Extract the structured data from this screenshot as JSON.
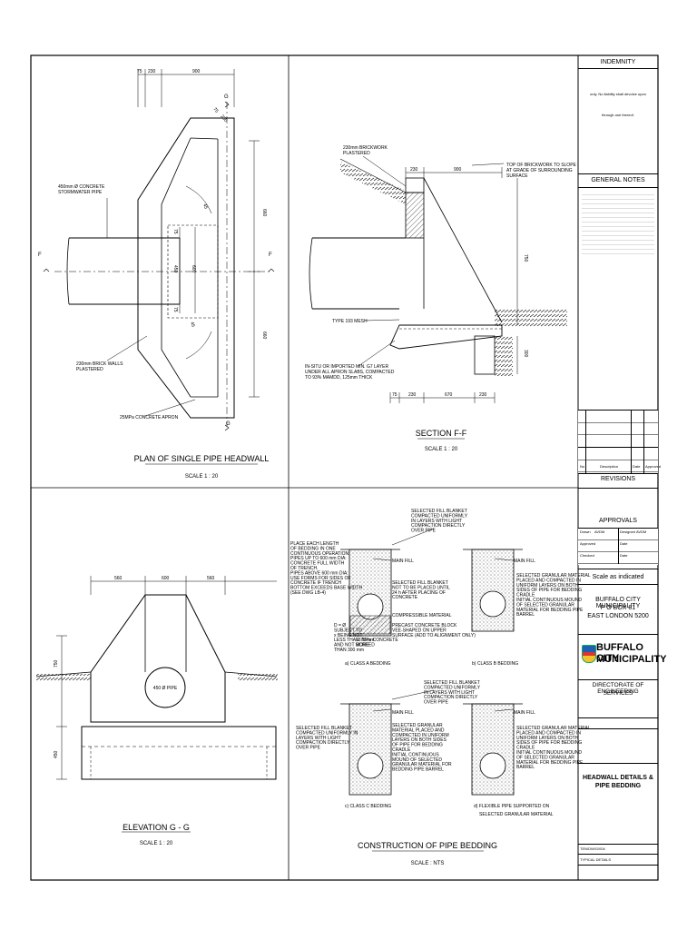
{
  "plan": {
    "title": "PLAN OF SINGLE PIPE HEADWALL",
    "scale": "SCALE 1 : 20",
    "dims_top": [
      "75",
      "230",
      "900"
    ],
    "dim_diag": "75",
    "dim_diag2": "230",
    "angle_1": "45",
    "angle_2": "45",
    "dim_right_upper": "660",
    "dim_right_lower": "660",
    "dim_mid_upper": "75",
    "dim_mid_center": "450",
    "dim_mid_right": "600",
    "dim_mid_lower": "75",
    "section_marks": [
      "G",
      "G",
      "F",
      "F"
    ],
    "label_pipe": [
      "450mm Ø CONCRETE",
      "STORMWATER PIPE"
    ],
    "label_walls": [
      "230mm BRICK WALLS",
      "PLASTERED"
    ],
    "label_apron": "25MPa CONCRETE APRON"
  },
  "section": {
    "title": "SECTION F-F",
    "scale": "SCALE 1 : 20",
    "label_brick": [
      "230mm BRICKWORK",
      "PLASTERED"
    ],
    "label_top": [
      "TOP OF BRICKWORK TO SLOPE",
      "AT GRADE OF SURROUNDING",
      "SURFACE"
    ],
    "label_mesh": "TYPE 193 MESH",
    "label_layer": [
      "IN-SITU OR IMPORTED MIN. G7 LAYER",
      "UNDER ALL APRON SLABS, COMPACTED",
      "TO 93% MAMDD, 125mm THICK"
    ],
    "dims_top": [
      "230",
      "900"
    ],
    "dims_bottom": [
      "75",
      "230",
      "670",
      "230"
    ],
    "dim_right": "750",
    "dim_right2": "300"
  },
  "elevation": {
    "title": "ELEVATION G - G",
    "scale": "SCALE 1 : 20",
    "dims_top": [
      "560",
      "600",
      "560"
    ],
    "dim_left_upper": "750",
    "dim_left_lower": "450",
    "pipe_label": "450 Ø PIPE"
  },
  "bedding": {
    "title": "CONSTRUCTION OF PIPE BEDDING",
    "scale": "SCALE : NTS",
    "main_fill": "MAIN FILL",
    "note_place": [
      "PLACE EACH LENGTH",
      "OF BEDDING IN ONE",
      "CONTINUOUS OPERATION.",
      "PIPES UP TO 600 mm DIA:",
      "CONCRETE FULL WIDTH",
      "OF TRENCH.",
      "PIPES ABOVE 600 mm DIA:",
      "USE FORMS FOR SIDES OF",
      "CONCRETE IF TRENCH",
      "BOTTOM EXCEEDS BASE WIDTH",
      "(SEE DWG LB-4)"
    ],
    "note_subject": [
      "D = Ø",
      "SUBJECT TO",
      "x BEING NOT",
      "LESS THAN 75 mm",
      "AND NOT MORE",
      "THAN 300 mm"
    ],
    "note_blanket_a": [
      "SELECTED FILL BLANKET",
      "COMPACTED UNIFORMLY",
      "IN LAYERS WITH LIGHT",
      "COMPACTION DIRECTLY",
      "OVER PIPE"
    ],
    "note_blanket_a2": [
      "SELECTED FILL BLANKET",
      "NOT TO BE PLACED UNTIL",
      "24 h AFTER PLACING OF",
      "CONCRETE"
    ],
    "note_compressible": "COMPRESSIBLE MATERIAL",
    "note_precast": [
      "PRECAST CONCRETE BLOCK",
      "VEE-SHAPED ON UPPER",
      "SURFACE (ADD TO ALIGNMENT ONLY)"
    ],
    "note_screed": [
      "15 MPa CONCRETE",
      "SCREED"
    ],
    "caption_a": "a) CLASS A BEDDING",
    "note_granular_b": [
      "SELECTED GRANULAR MATERIAL",
      "PLACED AND COMPACTED IN",
      "UNIFORM LAYERS ON BOTH",
      "SIDES OF PIPE FOR BEDDING",
      "CRADLE",
      "INITIAL CONTINUOUS MOUND",
      "OF SELECTED GRANULAR",
      "MATERIAL FOR BEDDING PIPE",
      "BARREL"
    ],
    "caption_b": "b) CLASS B BEDDING",
    "note_blanket_c": [
      "SELECTED FILL BLANKET",
      "COMPACTED UNIFORMLY IN",
      "LAYERS WITH LIGHT",
      "COMPACTION DIRECTLY",
      "OVER PIPE"
    ],
    "note_granular_c": [
      "SELECTED GRANULAR",
      "MATERIAL PLACED AND",
      "COMPACTED IN UNIFORM",
      "LAYERS ON BOTH SIDES",
      "OF PIPE FOR BEDDING",
      "CRADLE",
      "INITIAL CONTINUOUS",
      "MOUND OF SELECTED",
      "GRANULAR MATERIAL FOR",
      "BEDDING PIPE BARREL"
    ],
    "caption_c": "c) CLASS C BEDDING",
    "note_blanket_d": [
      "SELECTED FILL BLANKET",
      "COMPACTED UNIFORMLY",
      "IN LAYERS WITH LIGHT",
      "COMPACTION DIRECTLY",
      "OVER PIPE"
    ],
    "note_granular_d": [
      "SELECTED GRANULAR MATERIAL",
      "PLACED AND COMPACTED IN",
      "UNIFORM LAYERS ON BOTH",
      "SIDES OF PIPE FOR BEDDING",
      "CRADLE",
      "INITIAL CONTINUOUS MOUND",
      "OF SELECTED GRANULAR",
      "MATERIAL FOR BEDDING PIPE",
      "BARREL"
    ],
    "caption_d": [
      "d) FLEXIBLE PIPE SUPPORTED ON",
      "SELECTED GRANULAR MATERIAL"
    ]
  },
  "title_block": {
    "indemnity": "INDEMNITY",
    "indemnity_text": [
      "only. No liability shall devolve upon",
      "through use thereof."
    ],
    "general_notes": "GENERAL NOTES",
    "revisions": "REVISIONS",
    "rev_cols": [
      "No",
      "Description",
      "Date",
      "Approved"
    ],
    "approvals": "APPROVALS",
    "appr_rows": [
      [
        "Drawn",
        "AVDM",
        "Designed",
        "AVDM"
      ],
      [
        "Approved",
        "",
        "Date",
        ""
      ],
      [
        "Checked",
        "",
        "Date",
        ""
      ]
    ],
    "scale": "Scale as indicated",
    "muni_lines": [
      "BUFFALO CITY MUNICIPALITY",
      "P O BOX 81",
      "EAST LONDON 5200"
    ],
    "logo_text": [
      "BUFFALO CITY",
      "MUNICIPALITY"
    ],
    "directorate": [
      "DIRECTORATE OF ENGINEERING",
      "SERVICES"
    ],
    "drawing_title": [
      "HEADWALL DETAILS &",
      "PIPE BEDDING"
    ],
    "drawing_no": "TEN/DW/G/004",
    "typical": "TYPICAL DETAILS"
  }
}
